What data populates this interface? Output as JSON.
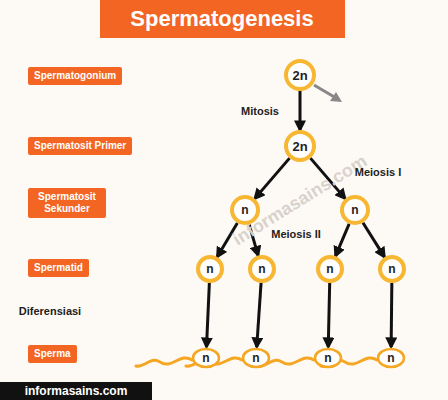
{
  "diagram": {
    "title": "Spermatogenesis",
    "nodes": [
      {
        "text": [
          "Spermatogonium"
        ]
      },
      {
        "text": [
          "2n"
        ]
      },
      {
        "text": [
          "Spermatosit Primer"
        ]
      },
      {
        "text": [
          "2n"
        ]
      },
      {
        "text": [
          "Spermatosit Sekunder"
        ]
      },
      {
        "text": [
          "n"
        ]
      },
      {
        "text": [
          "n"
        ]
      },
      {
        "text": [
          "Spermatid"
        ]
      },
      {
        "text": [
          "n"
        ]
      },
      {
        "text": [
          "n"
        ]
      },
      {
        "text": [
          "n"
        ]
      },
      {
        "text": [
          "n"
        ]
      },
      {
        "text": [
          "Sperma"
        ]
      },
      {
        "text": [
          "n"
        ]
      },
      {
        "text": [
          "n"
        ]
      },
      {
        "text": [
          "n"
        ]
      },
      {
        "text": [
          "n"
        ]
      }
    ],
    "edges": [
      {
        "from": 1,
        "to": 3,
        "arrow": "to"
      },
      {
        "from": 3,
        "to": 5,
        "arrow": "to"
      },
      {
        "from": 3,
        "to": 6,
        "arrow": "to"
      },
      {
        "from": 5,
        "to": 8,
        "arrow": "to"
      },
      {
        "from": 5,
        "to": 9,
        "arrow": "to"
      },
      {
        "from": 6,
        "to": 10,
        "arrow": "to"
      },
      {
        "from": 6,
        "to": 11,
        "arrow": "to"
      },
      {
        "from": 8,
        "to": 13,
        "arrow": "to"
      },
      {
        "from": 9,
        "to": 14,
        "arrow": "to"
      },
      {
        "from": 10,
        "to": 15,
        "arrow": "to"
      },
      {
        "from": 11,
        "to": 16,
        "arrow": "to"
      }
    ],
    "labels": [
      "Mitosis",
      "Meiosis I",
      "Meiosis II",
      "Diferensiasi",
      "informasains.com",
      "informasains.com"
    ]
  }
}
